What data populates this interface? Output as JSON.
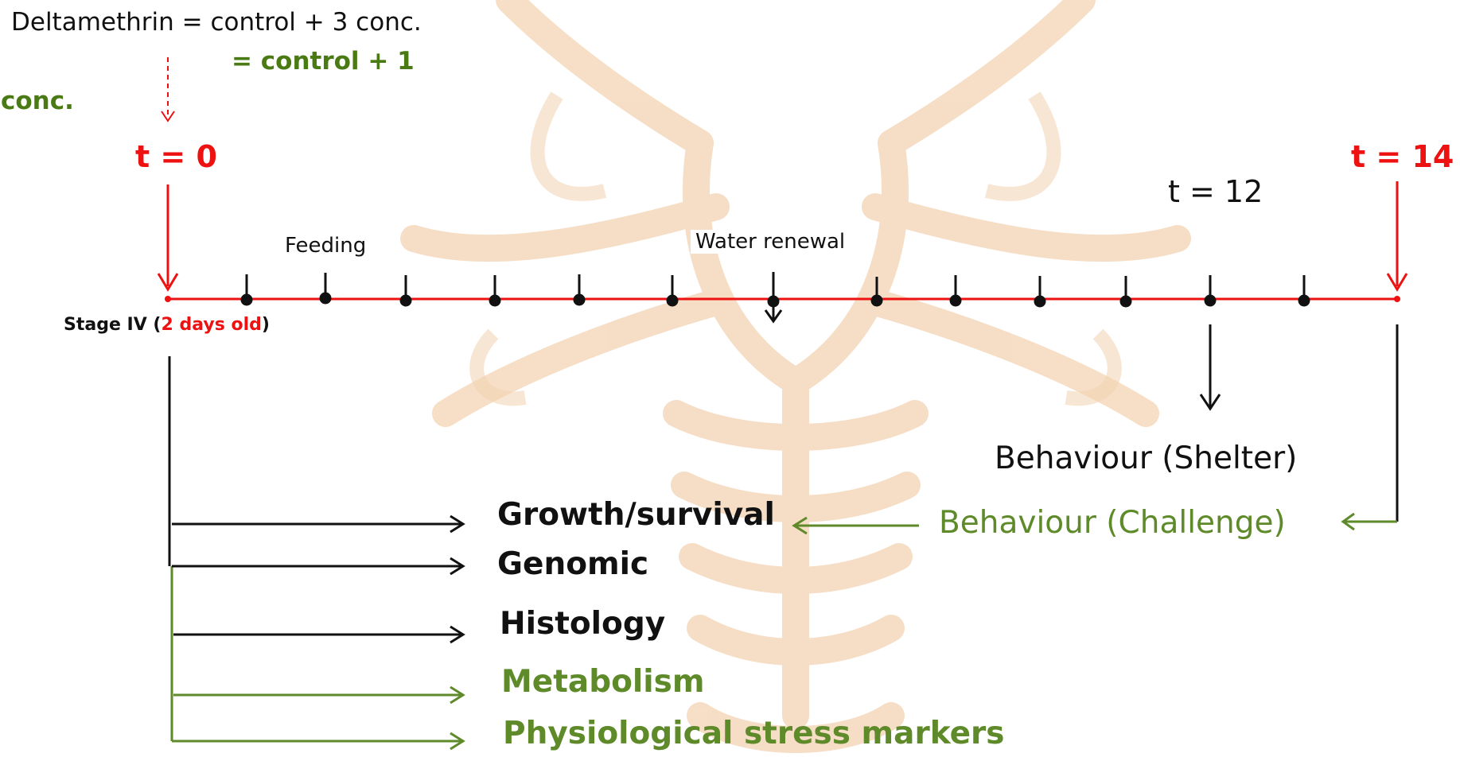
{
  "header": {
    "line1": "Deltamethrin = control + 3 conc.",
    "line2": "= control + 1",
    "line3": "conc."
  },
  "timeline": {
    "start_label": "t = 0",
    "end_label": "t = 14",
    "t12_label": "t = 12",
    "feeding_label": "Feeding",
    "water_renewal_label": "Water renewal",
    "stage": {
      "prefix": "Stage IV",
      "age": "2 days old"
    }
  },
  "outcomes": {
    "shelter": "Behaviour (Shelter)",
    "challenge": "Behaviour (Challenge)",
    "endpoints": [
      {
        "label": "Growth/survival"
      },
      {
        "label": "Genomic"
      },
      {
        "label": "Histology"
      },
      {
        "label": "Metabolism"
      },
      {
        "label": "Physiological stress markers"
      }
    ]
  },
  "colors": {
    "red": "#ee1111",
    "green": "#5e8a2a",
    "dark_green": "#4a7a14",
    "black": "#111111",
    "watermark": "#e8b98a"
  },
  "watermark": {
    "icon": "crayfish-watermark-icon"
  }
}
